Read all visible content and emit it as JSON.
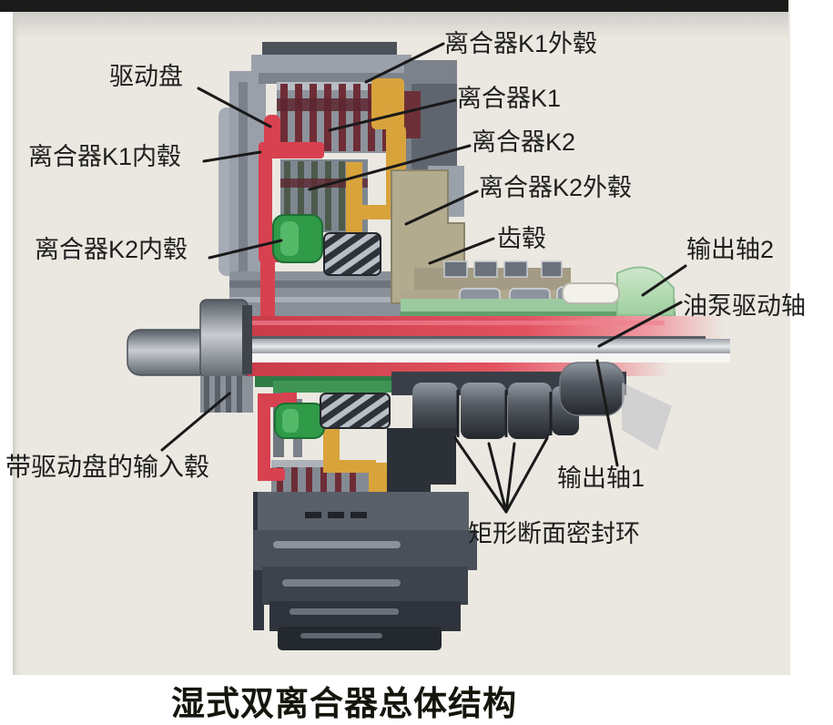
{
  "figure": {
    "caption": "湿式双离合器总体结构"
  },
  "colors": {
    "background_panel": "#ebe8e1",
    "top_bar": "#1b1b1b",
    "label_text": "#1f1f1f",
    "leader_line": "#1a1a1a",
    "hydraulic_red": "#d8414f",
    "clutch_plate_maroon": "#652b34",
    "hub_green": "#2f9a48",
    "shaft_band_green": "#9ccaa0",
    "green_blob": "#c2e2c0",
    "piston_yellow": "#d9a33c",
    "gear_hub_tan": "#b3ab8e",
    "housing_gray": "#8e95a0",
    "dark_housing": "#2c3037"
  },
  "labels": [
    {
      "id": "drive-plate",
      "text": "驱动盘"
    },
    {
      "id": "clutch-k1-outer-hub",
      "text": "离合器K1外毂"
    },
    {
      "id": "clutch-k1",
      "text": "离合器K1"
    },
    {
      "id": "clutch-k2",
      "text": "离合器K2"
    },
    {
      "id": "clutch-k2-outer-hub",
      "text": "离合器K2外毂"
    },
    {
      "id": "gear-hub",
      "text": "齿毂"
    },
    {
      "id": "clutch-k1-inner-hub",
      "text": "离合器K1内毂"
    },
    {
      "id": "clutch-k2-inner-hub",
      "text": "离合器K2内毂"
    },
    {
      "id": "output-shaft-2",
      "text": "输出轴2"
    },
    {
      "id": "oil-pump-drive-shaft",
      "text": "油泵驱动轴"
    },
    {
      "id": "input-hub-with-drive-plate",
      "text": "带驱动盘的输入毂"
    },
    {
      "id": "output-shaft-1",
      "text": "输出轴1"
    },
    {
      "id": "rect-section-seal-ring",
      "text": "矩形断面密封环"
    }
  ]
}
